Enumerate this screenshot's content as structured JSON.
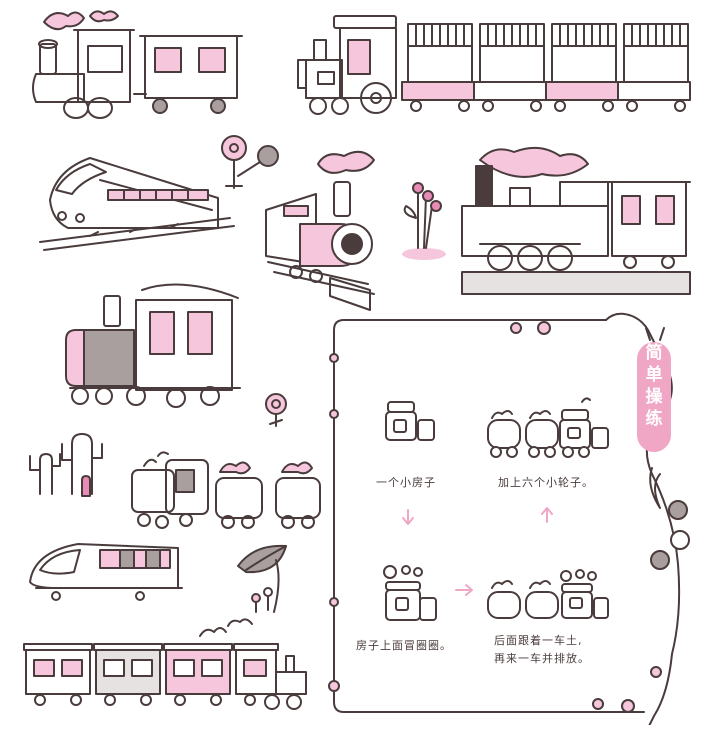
{
  "panel": {
    "title_chars": [
      "简",
      "单",
      "操",
      "练"
    ],
    "steps": [
      {
        "text": "一个小房子"
      },
      {
        "text": "加上六个小轮子。"
      },
      {
        "text": "房子上面冒圈圈。"
      },
      {
        "text": "后面跟着一车土,",
        "text2": "再来一车并排放。"
      }
    ]
  },
  "colors": {
    "outline": "#4a3c3c",
    "pink": "#f5c6dc",
    "pink_dark": "#e98bb7",
    "gray": "#a99f9f",
    "tag": "#f0a7c6"
  },
  "icons": [
    "arrow-down-icon",
    "arrow-up-icon",
    "arrow-right-icon"
  ]
}
